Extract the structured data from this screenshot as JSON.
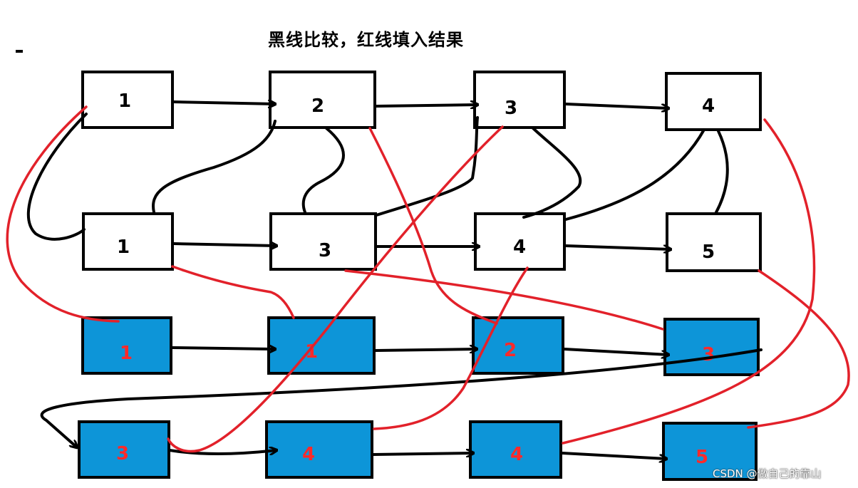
{
  "title": "黑线比较，红线填入结果",
  "watermark": "CSDN @做自己的靠山",
  "list1": {
    "nodes": [
      "1",
      "2",
      "3",
      "4"
    ]
  },
  "list2": {
    "nodes": [
      "1",
      "3",
      "4",
      "5"
    ]
  },
  "result": {
    "nodes": [
      "1",
      "1",
      "2",
      "3",
      "3",
      "4",
      "4",
      "5"
    ]
  },
  "colors": {
    "result_fill": "#0d95d8",
    "result_text": "#ff2a2a",
    "compare_line": "#000000",
    "result_line": "#e2212a"
  }
}
